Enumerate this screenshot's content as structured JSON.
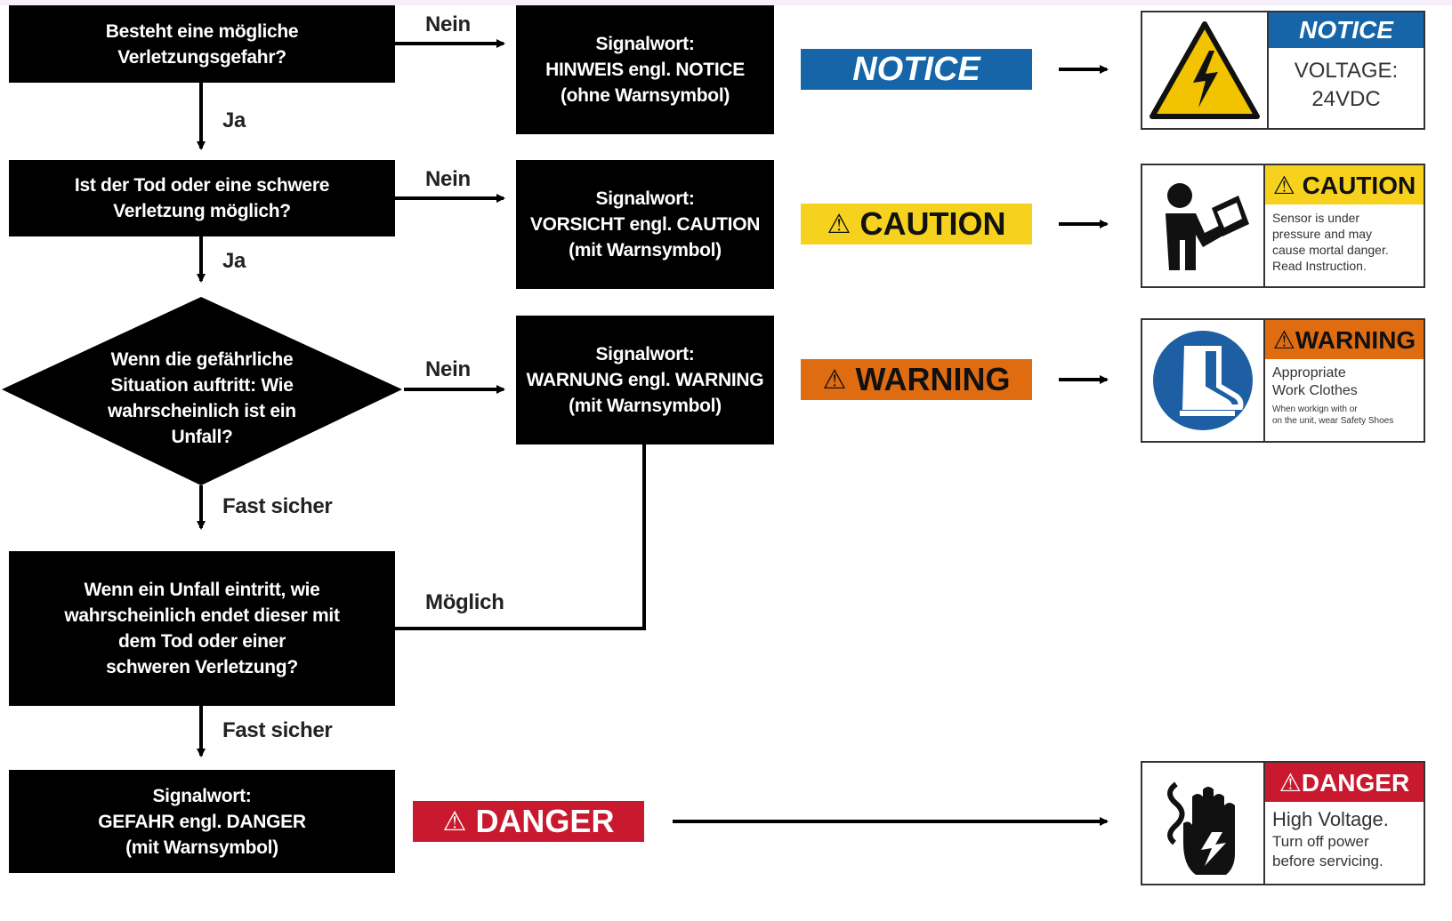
{
  "flow": {
    "q1": [
      "Besteht eine mögliche",
      "Verletzungsgefahr?"
    ],
    "q2": [
      "Ist der Tod oder eine schwere",
      "Verletzung möglich?"
    ],
    "q3": [
      "Wenn die gefährliche",
      "Situation auftritt: Wie",
      "wahrscheinlich ist ein",
      "Unfall?"
    ],
    "q4": [
      "Wenn ein Unfall eintritt, wie",
      "wahrscheinlich endet dieser mit",
      "dem Tod oder einer",
      "schweren Verletzung?"
    ],
    "r1": [
      "Signalwort:",
      "HINWEIS engl. NOTICE",
      "(ohne Warnsymbol)"
    ],
    "r2": [
      "Signalwort:",
      "VORSICHT engl. CAUTION",
      "(mit Warnsymbol)"
    ],
    "r3": [
      "Signalwort:",
      "WARNUNG engl. WARNING",
      "(mit Warnsymbol)"
    ],
    "r4": [
      "Signalwort:",
      "GEFAHR engl. DANGER",
      "(mit Warnsymbol)"
    ],
    "edges": {
      "nein1": "Nein",
      "nein2": "Nein",
      "nein3": "Nein",
      "ja1": "Ja",
      "ja2": "Ja",
      "fast1": "Fast sicher",
      "fast2": "Fast sicher",
      "moeglich": "Möglich"
    }
  },
  "badges": {
    "notice": {
      "text": "NOTICE",
      "color": "#1565a8"
    },
    "caution": {
      "text": "CAUTION",
      "triangle": "⚠",
      "color": "#f6d21e"
    },
    "warning": {
      "text": "WARNING",
      "triangle": "⚠",
      "color": "#e06c12"
    },
    "danger": {
      "text": "DANGER",
      "triangle": "⚠",
      "color": "#c9192e"
    }
  },
  "cards": {
    "notice": {
      "icon": "electric-hazard-icon",
      "head": "NOTICE",
      "body": [
        "VOLTAGE:",
        "24VDC"
      ]
    },
    "caution": {
      "icon": "read-manual-icon",
      "head": "⚠ CAUTION",
      "body": [
        "Sensor is under",
        "pressure and may",
        "cause mortal danger.",
        "Read Instruction."
      ]
    },
    "warning": {
      "icon": "safety-boot-icon",
      "head": "⚠WARNING",
      "body": [
        "Appropriate",
        "Work Clothes"
      ],
      "small": [
        "When workign with or",
        "on the unit, wear Safety Shoes"
      ]
    },
    "danger": {
      "icon": "electric-shock-hand-icon",
      "head": "⚠DANGER",
      "body": [
        "High Voltage."
      ],
      "small": [
        "Turn off power",
        "before servicing."
      ]
    }
  }
}
